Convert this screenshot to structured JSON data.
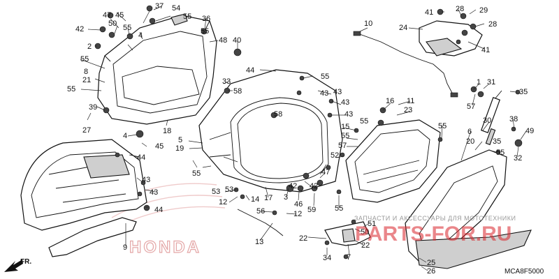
{
  "diagram": {
    "code": "MCA8F5000",
    "front_label": "FR.",
    "brand_mark": "HONDA",
    "watermark": {
      "tagline": "ЗАПЧАСТИ И АКСЕССУАРЫ ДЛЯ МОТОТЕХНИКИ",
      "logo": "PARTS-FOR.RU"
    },
    "callouts": [
      "47",
      "45",
      "37",
      "54",
      "55",
      "42",
      "50",
      "55",
      "2",
      "4",
      "36",
      "55",
      "48",
      "40",
      "55",
      "8",
      "21",
      "55",
      "44",
      "55",
      "43",
      "33",
      "58",
      "39",
      "27",
      "18",
      "4",
      "45",
      "5",
      "19",
      "44",
      "55",
      "10",
      "41",
      "28",
      "29",
      "24",
      "28",
      "41",
      "1",
      "31",
      "35",
      "57",
      "16",
      "11",
      "23",
      "43",
      "58",
      "43",
      "15",
      "55",
      "52",
      "30",
      "38",
      "57",
      "55",
      "6",
      "20",
      "35",
      "49",
      "32",
      "43",
      "53",
      "12",
      "14",
      "17",
      "3",
      "47",
      "42",
      "46",
      "59",
      "55",
      "51",
      "50",
      "22",
      "22",
      "56",
      "12",
      "13",
      "34",
      "7",
      "9",
      "25",
      "26",
      "43",
      "44",
      "42",
      "55",
      "55",
      "53",
      "43"
    ]
  }
}
